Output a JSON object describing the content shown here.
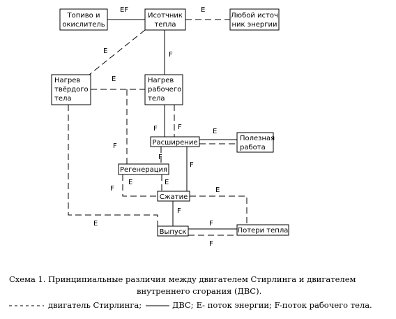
{
  "nodes": {
    "fuel": [
      "Топиво и",
      "окислитель"
    ],
    "heat_source": [
      "Исотчник",
      "тепла"
    ],
    "any_energy": [
      "Любой источ",
      "ник энергии"
    ],
    "solid_heating": [
      "Нагрев",
      "твёрдого",
      "тела"
    ],
    "working_heating": [
      "Нагрев",
      "рабочего",
      "тела"
    ],
    "expansion": [
      "Расширение"
    ],
    "useful_work": [
      "Полезная",
      "работа"
    ],
    "regeneration": [
      "Регенерация"
    ],
    "compression": [
      "Сжатие"
    ],
    "exhaust": [
      "Выпуск"
    ],
    "heat_loss": [
      "Потери тепла"
    ]
  },
  "flow_labels": {
    "ef": "EF",
    "e": "E",
    "f": "F"
  },
  "caption": {
    "line1": "Схема 1. Принципиальные различия между двигателем Стирлинга и двигателем",
    "line2": "внутреннего сгорания (ДВС).",
    "legend_stirling": "двигатель Стирлинга;",
    "legend_ice": "ДВС;",
    "legend_flows": "E- поток энергии; F-поток рабочего тела."
  }
}
